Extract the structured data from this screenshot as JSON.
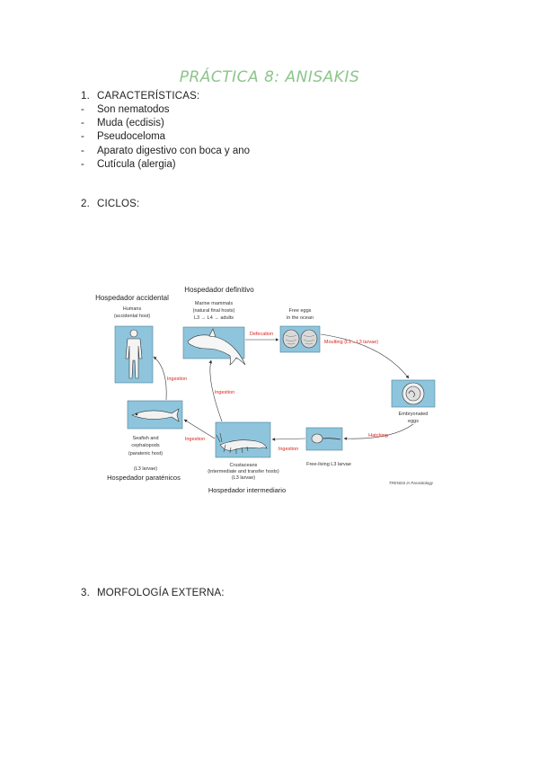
{
  "title": "PRÁCTICA 8: ANISAKIS",
  "sections": [
    {
      "num": "1.",
      "label": "CARACTERÍSTICAS:"
    },
    {
      "num": "2.",
      "label": "CICLOS:"
    },
    {
      "num": "3.",
      "label": "MORFOLOGÍA EXTERNA:"
    }
  ],
  "characteristics": [
    "Son nematodos",
    "Muda (ecdisis)",
    "Pseudoceloma",
    "Aparato digestivo con boca y ano",
    "Cutícula (alergia)"
  ],
  "bullet": "-",
  "diagram": {
    "colors": {
      "box": "#8ec5dc",
      "arrow_label": "#d9261c",
      "handwritten": "#222222"
    },
    "labels": {
      "accidental_handwritten": "Hospedador accidental",
      "humans": "Humans",
      "accidental_host": "(accidental host)",
      "definitive_handwritten": "Hospedador definitivo",
      "marine_mammals": "Marine mammals",
      "natural_final_hosts": "(natural final hosts)",
      "l3_l4_adults": "L3 → L4 → adults",
      "free_eggs_1": "Free eggs",
      "free_eggs_2": "in the ocean",
      "embryonated_1": "Embryonated",
      "embryonated_2": "eggs",
      "free_living": "Free-living L3 larvae",
      "crustaceans": "Crustaceans",
      "intermediate_transfer": "(intermediate and transfer hosts)",
      "l3_larvae_crust": "(L3 larvae)",
      "intermediate_handwritten": "Hospedador intermediario",
      "seafish_1": "Seafish and",
      "seafish_2": "cephalopods",
      "paratenic_host": "(paratenic host)",
      "l3_larvae_fish": "(L3 larvae)",
      "paratenic_handwritten": "Hospedador paraténicos",
      "source": "TRENDS in Parasitology"
    },
    "arrows": {
      "defecation": "Defecation",
      "moulting": "Moulting (L1→L3 larvae)",
      "hatching": "Hatching",
      "ingestion_crust": "Ingestion",
      "ingestion_fish": "Ingestion",
      "ingestion_mammal": "Ingestion",
      "ingestion_human": "Ingestion"
    }
  }
}
